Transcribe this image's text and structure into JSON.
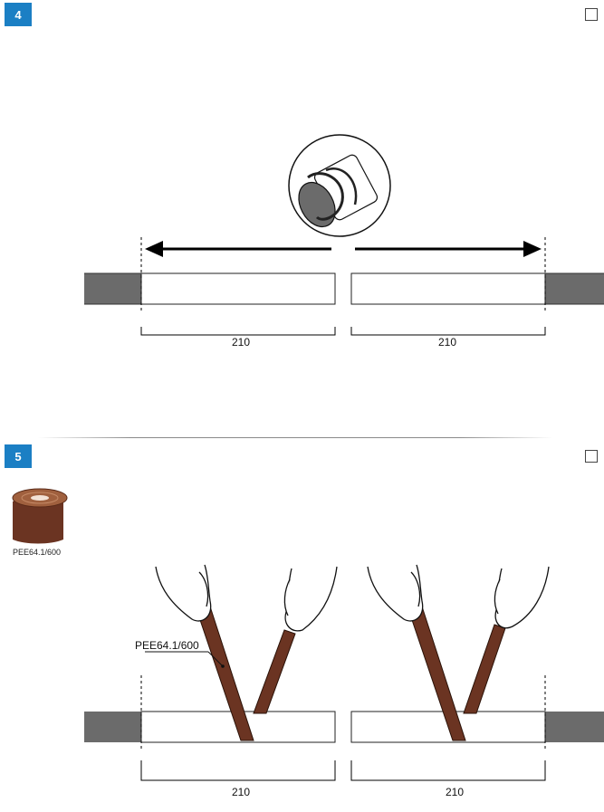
{
  "step4": {
    "number": "4",
    "dimension_left": "210",
    "dimension_right": "210"
  },
  "step5": {
    "number": "5",
    "product_code": "PEE64.1/600",
    "callout_label": "PEE64.1/600",
    "dimension_left": "210",
    "dimension_right": "210"
  },
  "colors": {
    "badge": "#1b7fc4",
    "pipe_gray": "#6b6b6b",
    "tape_brown": "#6b3422"
  }
}
